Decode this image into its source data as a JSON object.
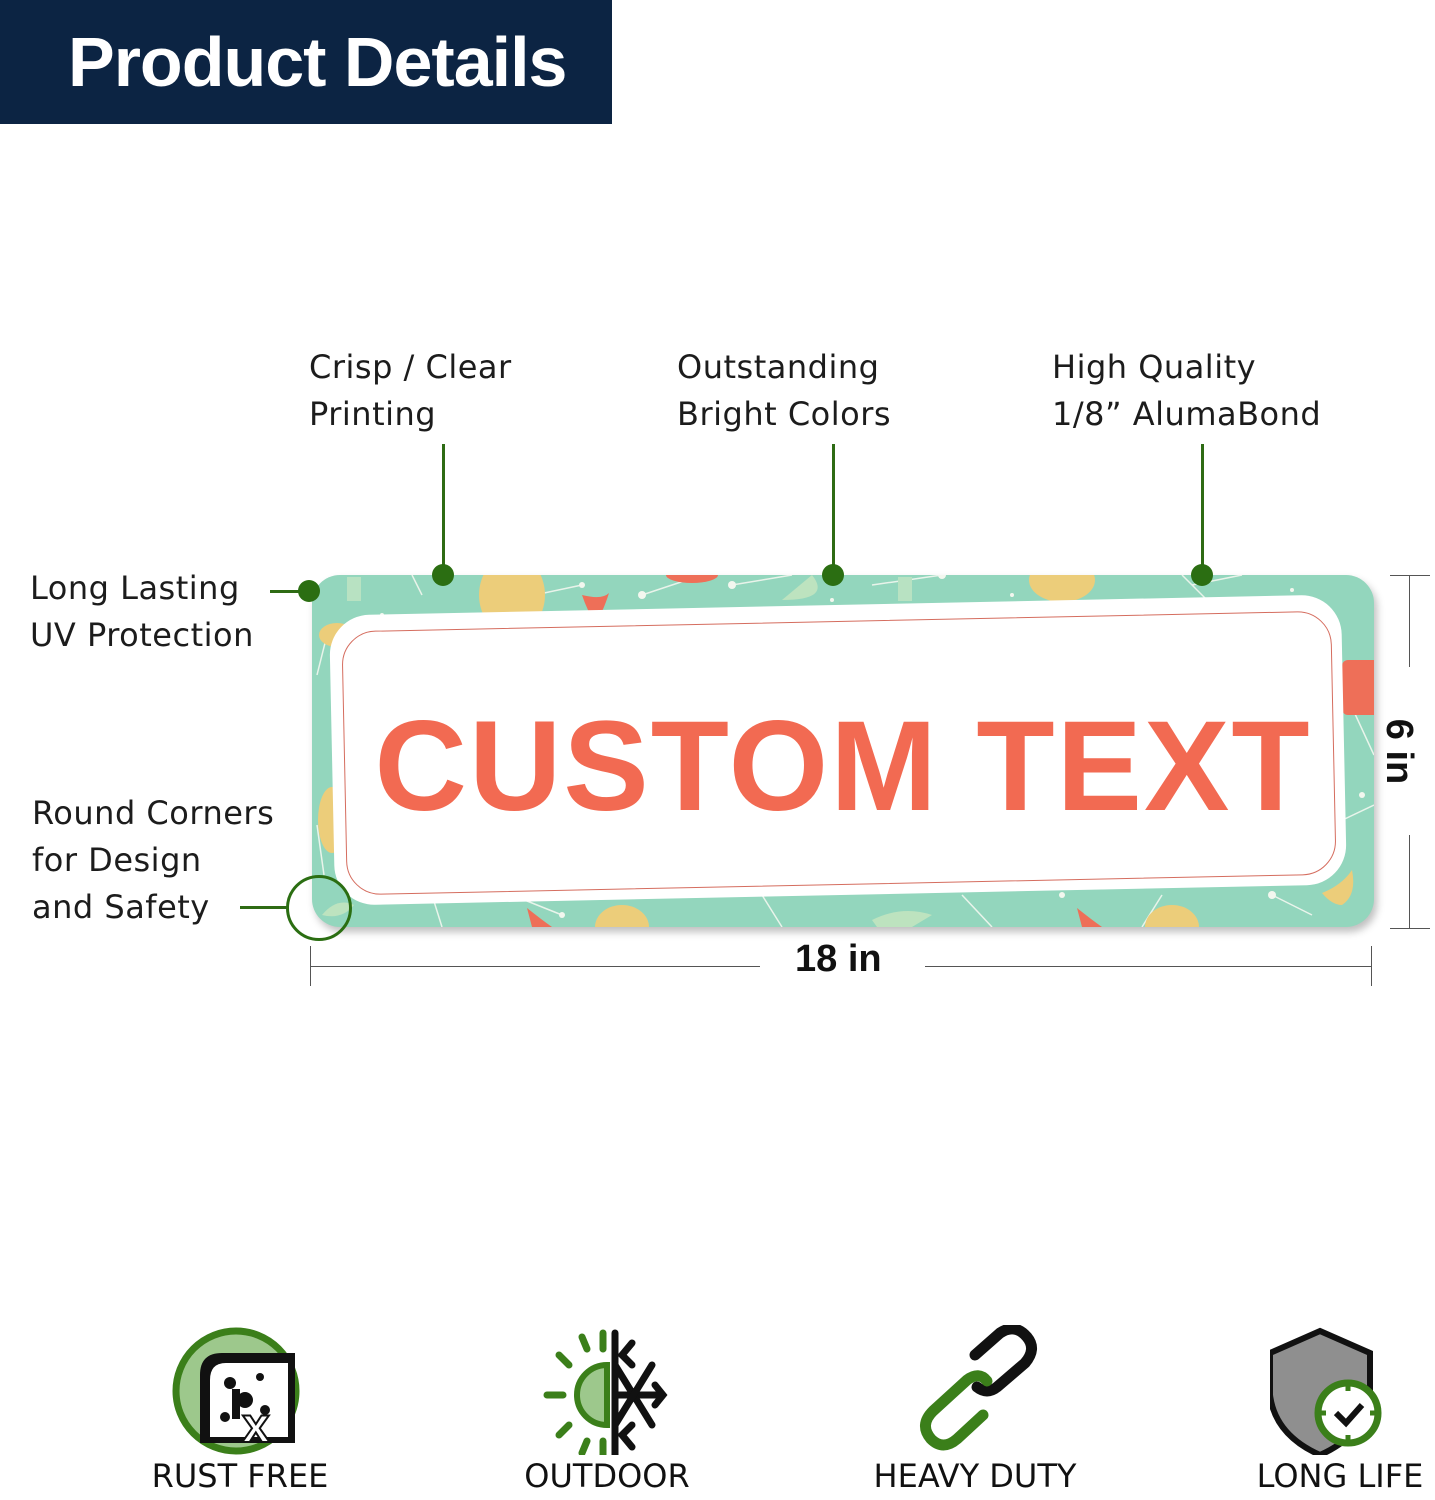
{
  "header": {
    "title": "Product Details",
    "background": "#0c2443"
  },
  "callouts": [
    {
      "id": "crisp",
      "lines": [
        "Crisp / Clear",
        "Printing"
      ]
    },
    {
      "id": "colors",
      "lines": [
        "Outstanding",
        "Bright Colors"
      ]
    },
    {
      "id": "material",
      "lines": [
        "High Quality",
        "1/8” AlumaBond"
      ]
    },
    {
      "id": "uv",
      "lines": [
        "Long Lasting",
        "UV Protection"
      ]
    },
    {
      "id": "corners",
      "lines": [
        "Round Corners",
        "for Design",
        "and Safety"
      ]
    }
  ],
  "sign": {
    "text": "CUSTOM TEXT",
    "text_color": "#f26a52",
    "background_color": "#93d6bd",
    "width_label": "18 in",
    "height_label": "6 in"
  },
  "accent_color": "#2b6e12",
  "features": [
    {
      "label": "RUST FREE",
      "icon": "rust-free-icon"
    },
    {
      "label": "OUTDOOR",
      "icon": "sun-snowflake-icon"
    },
    {
      "label": "HEAVY DUTY",
      "icon": "chain-link-icon"
    },
    {
      "label": "LONG LIFE",
      "icon": "shield-clock-icon"
    }
  ]
}
